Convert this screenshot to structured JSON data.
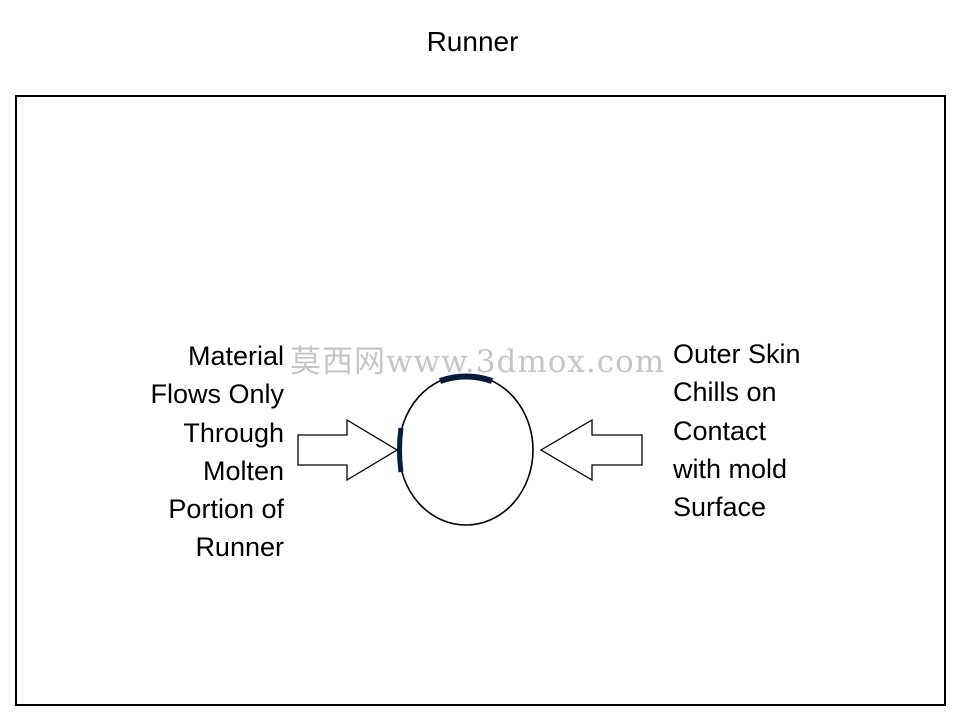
{
  "diagram": {
    "title": "Runner",
    "left_label_lines": [
      "Material",
      "Flows Only",
      "Through",
      "Molten",
      "Portion of",
      "Runner"
    ],
    "right_label_lines": [
      "Outer Skin",
      "Chills on",
      "Contact",
      "with mold",
      "Surface"
    ],
    "watermark": "莫西网www.3dmox.com",
    "colors": {
      "stroke": "#000000",
      "background": "#ffffff",
      "skin_accent": "#0a1a3a"
    },
    "icons": [
      "arrow-right-icon",
      "arrow-left-icon"
    ]
  }
}
